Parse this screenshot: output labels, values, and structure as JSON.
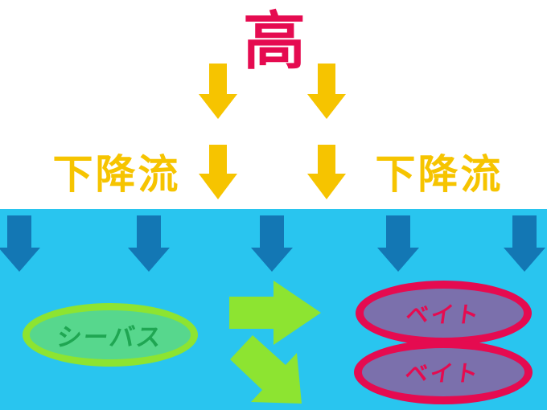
{
  "diagram": {
    "atmosphere": {
      "high_label": "高",
      "downdraft_left_label": "下降流",
      "downdraft_right_label": "下降流"
    },
    "water": {
      "seabass_label": "シーバス",
      "bait_top_label": "ベイト",
      "bait_bottom_label": "ベイト"
    }
  },
  "icons": {
    "gold_down_arrow": "down-arrow",
    "blue_down_arrow": "down-arrow",
    "green_right_arrow": "right-arrow",
    "green_diagonal_arrow": "down-right-arrow"
  },
  "colors": {
    "background": "#FFFFFF",
    "crimson": "#E50B50",
    "gold": "#F6C400",
    "water_cyan": "#29C5EF",
    "deep_blue": "#1377B4",
    "green_bright": "#8DE431",
    "green_fill": "#57D78D",
    "green_text": "#1FA652",
    "purple": "#7B70AC"
  }
}
